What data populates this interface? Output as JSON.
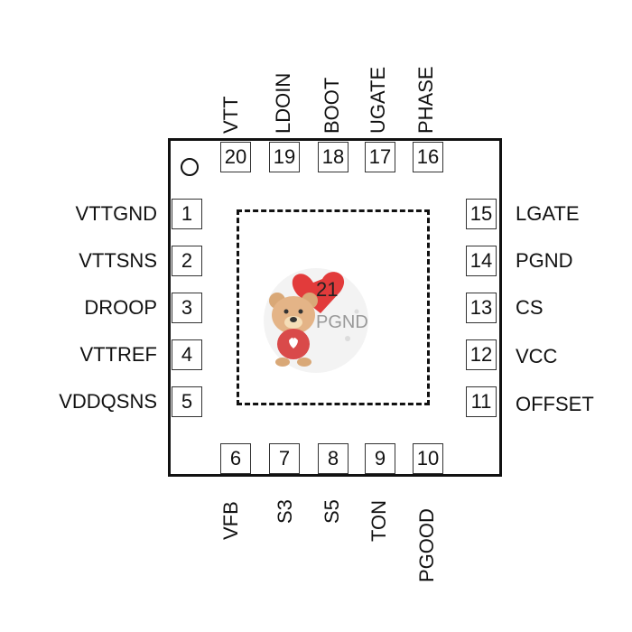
{
  "pins": {
    "left": [
      {
        "num": "1",
        "name": "VTTGND"
      },
      {
        "num": "2",
        "name": "VTTSNS"
      },
      {
        "num": "3",
        "name": "DROOP"
      },
      {
        "num": "4",
        "name": "VTTREF"
      },
      {
        "num": "5",
        "name": "VDDQSNS"
      }
    ],
    "bottom": [
      {
        "num": "6",
        "name": "VFB"
      },
      {
        "num": "7",
        "name": "S3"
      },
      {
        "num": "8",
        "name": "S5"
      },
      {
        "num": "9",
        "name": "TON"
      },
      {
        "num": "10",
        "name": "PGOOD"
      }
    ],
    "right": [
      {
        "num": "11",
        "name": "OFFSET"
      },
      {
        "num": "12",
        "name": "VCC"
      },
      {
        "num": "13",
        "name": "CS"
      },
      {
        "num": "14",
        "name": "PGND"
      },
      {
        "num": "15",
        "name": "LGATE"
      }
    ],
    "top": [
      {
        "num": "16",
        "name": "PHASE"
      },
      {
        "num": "17",
        "name": "UGATE"
      },
      {
        "num": "18",
        "name": "BOOT"
      },
      {
        "num": "19",
        "name": "LDOIN"
      },
      {
        "num": "20",
        "name": "VTT"
      }
    ]
  },
  "exposed_pad": {
    "num": "21",
    "name": "PGND"
  },
  "colors": {
    "outline": "#111111",
    "heart": "#e23b3b",
    "bear": "#d9a877"
  },
  "icons": {
    "pin1": "circle-marker-icon",
    "sticker": "teddy-bear-heart-icon"
  }
}
